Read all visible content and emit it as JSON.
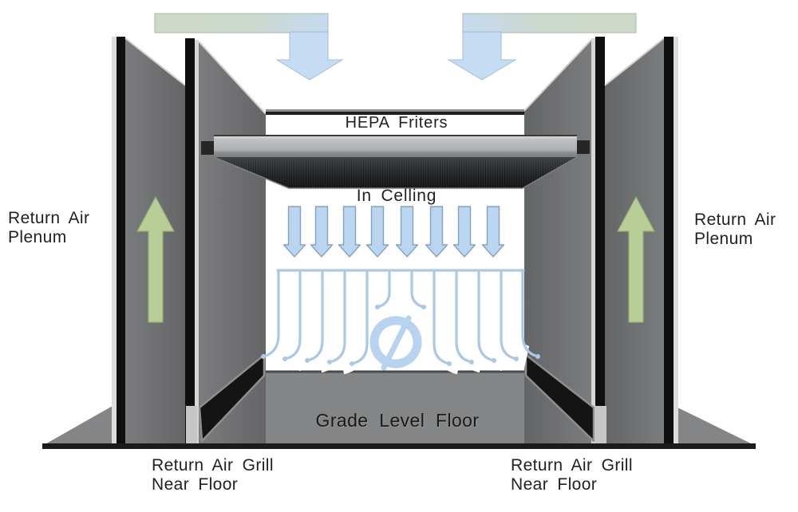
{
  "title": "Cleanroom HEPA airflow diagram",
  "labels": {
    "hepa_filters": "HEPA Friters",
    "in_ceiling": "In Celling",
    "grade_level_floor": "Grade Level Floor",
    "plenum_left_line1": "Return Air",
    "plenum_left_line2": "Plenum",
    "plenum_right_line1": "Return Air",
    "plenum_right_line2": "Plenum",
    "grill_left_line1": "Return Air Grill",
    "grill_left_line2": "Near Floor",
    "grill_right_line1": "Return Air Grill",
    "grill_right_line2": "Near Floor"
  },
  "icons": {
    "supply-elbow-arrow-left": "large light-blue elbow arrow turning down into ceiling plenum",
    "supply-elbow-arrow-right": "large light-blue elbow arrow turning down into ceiling plenum",
    "ceiling-supply-arrows": "row of 8 small blue down arrows under HEPA filter bank",
    "air-curtain": "white laminar airflow curtain curling outward at floor",
    "recirculation-icon": "circular blue recirculation arrow with diagonal slash",
    "return-up-arrow-left": "green upward arrow inside left return air plenum wall",
    "return-up-arrow-right": "green upward arrow inside right return air plenum wall"
  },
  "colors": {
    "supply_arrow_blue": "#c5dcf2",
    "duct_bar_green": "#cfd9c8",
    "return_arrow_green": "#b9cd97",
    "wall_gray": "#6c6d6f",
    "floor_gray": "#838587",
    "filter_slab_gray": "#b7b8ba",
    "grill_black": "#141414",
    "curtain_blue": "#a9c8e6",
    "text_dark": "#212121"
  }
}
